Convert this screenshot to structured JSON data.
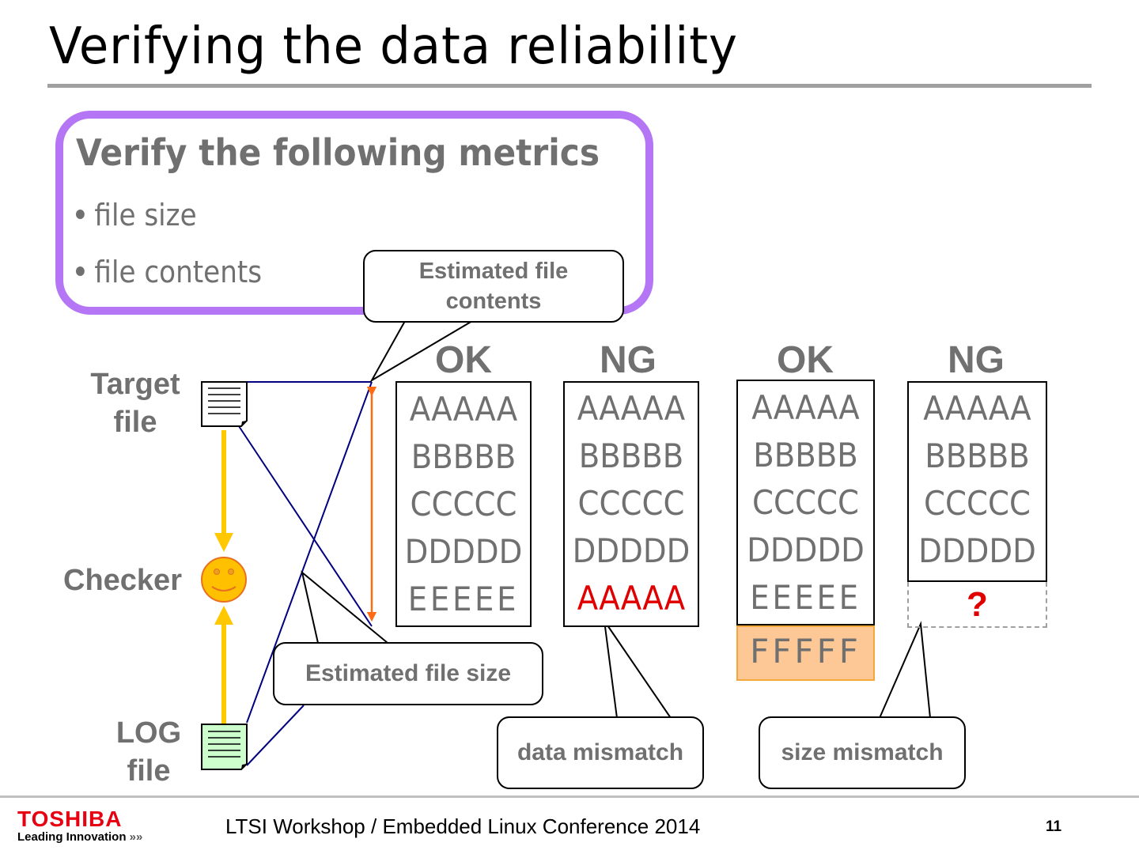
{
  "slide": {
    "title": "Verifying the data reliability",
    "page_number": "11"
  },
  "metrics": {
    "heading": "Verify the following metrics",
    "items": [
      "file size",
      "file contents"
    ]
  },
  "actors": {
    "target_file": "Target\nfile",
    "target_line1": "Target",
    "target_line2": "file",
    "checker": "Checker",
    "log_line1": "LOG",
    "log_line2": "file"
  },
  "callouts": {
    "estimated_contents_line1": "Estimated file",
    "estimated_contents_line2": "contents",
    "estimated_size": "Estimated file size",
    "data_mismatch": "data mismatch",
    "size_mismatch": "size mismatch"
  },
  "cases": [
    {
      "status": "OK",
      "rows": [
        "AAAAA",
        "BBBBB",
        "CCCCC",
        "DDDDD",
        "EEEEE"
      ],
      "highlight_row": null
    },
    {
      "status": "NG",
      "rows": [
        "AAAAA",
        "BBBBB",
        "CCCCC",
        "DDDDD",
        "AAAAA"
      ],
      "highlight_row": 4
    },
    {
      "status": "OK",
      "rows": [
        "AAAAA",
        "BBBBB",
        "CCCCC",
        "DDDDD",
        "EEEEE"
      ],
      "extra_row": "FFFFF"
    },
    {
      "status": "NG",
      "rows": [
        "AAAAA",
        "BBBBB",
        "CCCCC",
        "DDDDD"
      ],
      "missing_marker": "?"
    }
  ],
  "colors": {
    "accent_purple": "#b476f5",
    "text_gray": "#707070",
    "mismatch_red": "#e00000",
    "extra_fill": "#fdc896",
    "arrow_yellow": "#ffc800",
    "size_arrow_orange": "#ff6a13",
    "connector_navy": "#000080",
    "log_file_green": "#ccffcc",
    "brand_red": "#e60012"
  },
  "footer": {
    "brand": "TOSHIBA",
    "tagline": "Leading Innovation",
    "tagline_arrows": "»»",
    "event": "LTSI Workshop / Embedded Linux Conference 2014"
  }
}
